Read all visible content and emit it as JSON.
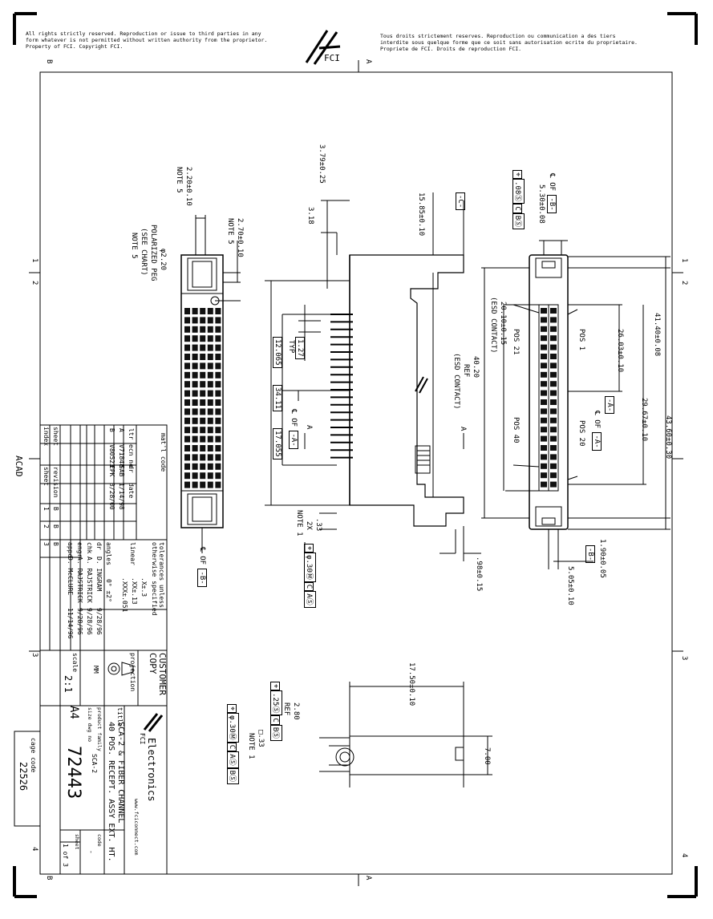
{
  "header": {
    "copyright_en": [
      "All rights strictly reserved. Reproduction or issue to third parties in any",
      "form whatever is not permitted without written authority from the proprietor.",
      "Property of FCI.  Copyright FCI."
    ],
    "copyright_fr": [
      "Tous droits strictement reserves. Reproduction ou communication a des tiers",
      "interdite sous quelque forme que ce soit sans autorisation ecrite du proprietaire.",
      "Propriete de FCI.  Droits de reproduction FCI."
    ],
    "logo_text": "FCI"
  },
  "border": {
    "zone_top_left": "B",
    "zone_top_right": "A",
    "zone_bottom_left": "B",
    "zone_bottom_right": "A",
    "row_1": "1",
    "row_2": "2",
    "row_3": "3",
    "row_4": "4",
    "acad": "ACAD"
  },
  "left_view": {
    "dim_top1": "2.20±0.10",
    "note_top1": "NOTE 5",
    "dim_top2": "2.70±0.10",
    "note_top2": "NOTE 5",
    "peg_dia": "φ2.20",
    "peg_label": "POLARIZED PEG",
    "peg_chart": "(SEE CHART)",
    "peg_note": "NOTE 5",
    "cl_b_prefix": "℄ OF",
    "cl_b": "-B-"
  },
  "side_view": {
    "dim_379": "3.79±0.25",
    "dim_318": "3.18",
    "dim_1585": "15.85±0.10",
    "datum_c": "-C-",
    "dim_127": "1.27",
    "typ": "TYP",
    "dim_12065": "12.065",
    "dim_3411": "34.11",
    "cl_a_prefix": "℄ OF",
    "cl_a": "-A-",
    "dim_17055": "17.055",
    "arrow_a": "A",
    "dim_4020": "40.20",
    "ref": "REF",
    "esd": "(ESD CONTACT)",
    "arrow_a2": "A",
    "dim_033": ".33",
    "x2": "2X",
    "note1": "NOTE 1",
    "dim_098": ".98±0.15",
    "fcf_tol": "φ.30Ⓜ",
    "fcf_c": "C",
    "fcf_as": "AⓈ",
    "fcf_sym": "⌖"
  },
  "right_view": {
    "cl_b_prefix": "℄ OF",
    "cl_b": "-B-",
    "dim_530": "5.30±0.08",
    "fcf_sym": "⌖",
    "fcf_tol": ".08Ⓢ",
    "fcf_c": "C",
    "fcf_bs": "BⓈ",
    "dim_2010": "20.10±0.15",
    "esd": "(ESD CONTACT)",
    "pos21": "POS 21",
    "pos1": "POS 1",
    "dim_2603": "26.03±0.10",
    "dim_4140": "41.40±0.08",
    "dim_2967": "29.67±0.10",
    "dim_4360": "43.60±0.30",
    "cl_a_prefix": "℄ OF",
    "cl_a": "-A-",
    "cl_a2": "-A-",
    "pos40": "POS 40",
    "pos20": "POS 20",
    "dim_190": "1.90±0.05",
    "datum_b": "-B-",
    "dim_505": "5.05±0.10"
  },
  "end_view": {
    "dim_1750": "17.50±0.10",
    "dim_280": "2.80",
    "ref": "REF",
    "fcf1_sym": "⌖",
    "fcf1_tol": ".25Ⓢ",
    "fcf1_c": "C",
    "fcf1_bs": "BⓈ",
    "flat_sym": "□",
    "dim_033": ".33",
    "note1": "NOTE 1",
    "fcf2_sym": "⌖",
    "fcf2_tol": "φ.30Ⓜ",
    "fcf2_c": "C",
    "fcf2_as": "AⓈ",
    "fcf2_bs": "BⓈ",
    "dim_700": "7.00"
  },
  "title_block": {
    "rev_header": [
      "ltr",
      "ecn no",
      "dr",
      "date"
    ],
    "revisions": [
      [
        "A",
        "V71848",
        "SAB",
        "1/14/98"
      ],
      [
        "B",
        "V80523",
        "EPK",
        "3/28/00"
      ]
    ],
    "mat_code": "mat'l code",
    "sheet": "sheet",
    "revision": "revision",
    "index": "index",
    "sheet_row": [
      "1",
      "2",
      "3"
    ],
    "rev_row": [
      "B",
      "B",
      "B"
    ],
    "tolerances_title": "tolerances unless otherwise specified",
    "tol_linear": "linear",
    "tol_x": ".X±.3",
    "tol_xx": ".XX±.13",
    "tol_xxx": ".XXX±.051",
    "tol_angles": "angles",
    "tol_ang": "0° ±2°",
    "signers": [
      [
        "dr",
        "D. INGRAM",
        "9/28/96"
      ],
      [
        "chk",
        "A. RAJSTRICK",
        "9/28/96"
      ],
      [
        "engr",
        "A. RAJSTRICK",
        "9/28/96"
      ],
      [
        "appd",
        "D. McCLURE",
        "11/14/96"
      ]
    ],
    "customer_copy": [
      "CUSTOMER",
      "COPY"
    ],
    "projection": "projection",
    "units": "MM",
    "scale_label": "scale",
    "scale": "2:1",
    "size_label": "size",
    "size": "A4",
    "company": "Electronics",
    "company_prefix": "FCI",
    "website": "www.fciconnect.com",
    "title_label": "title",
    "title_line1": "SCA-2 & FIBER CHANNEL",
    "title_line2": "40 POS. RECEPT. ASSY EXT. HT.",
    "product_family_label": "product family",
    "product_family": "SCA-2",
    "code_label": "code",
    "code": "-",
    "dwg_label": "size dwg no",
    "dwg_no": "72443",
    "sheet_label": "sheet",
    "sheet_of": "1 of 3",
    "cage_code_label": "cage code",
    "cage_code": "22526"
  }
}
